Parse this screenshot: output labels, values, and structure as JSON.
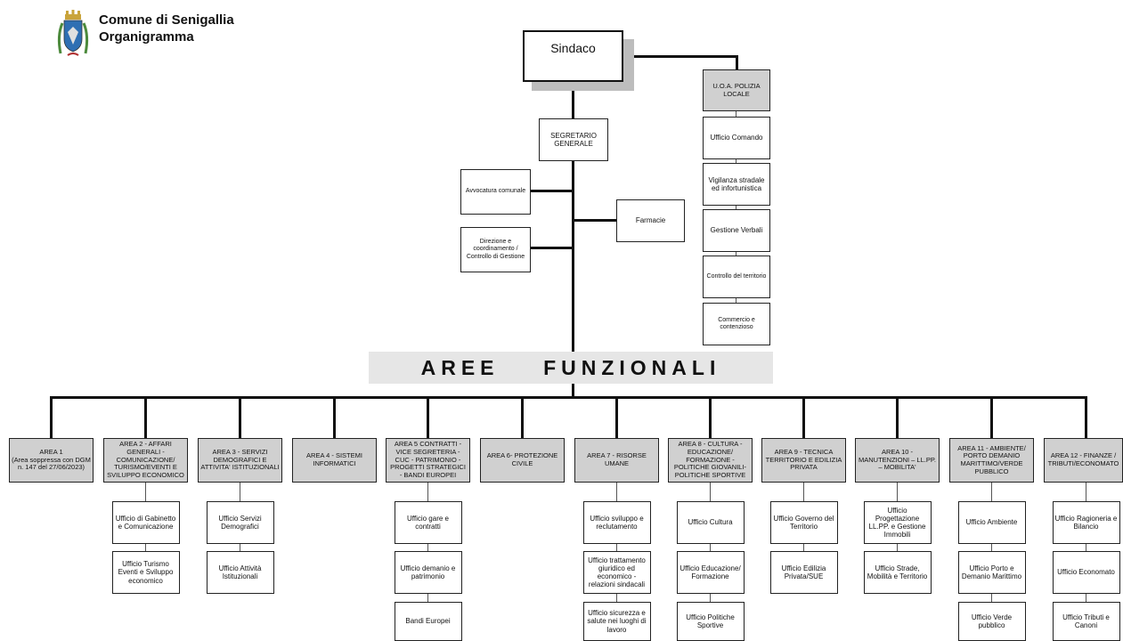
{
  "header": {
    "org": "Comune di Senigallia",
    "title": "Organigramma"
  },
  "sindaco": "Sindaco",
  "polizia": {
    "head": "U.O.A. POLIZIA LOCALE",
    "offices": [
      "Ufficio Comando",
      "Vigilanza stradale ed infortunistica",
      "Gestione Verbali",
      "Controllo del territorio",
      "Commercio e contenzioso"
    ]
  },
  "segretario": "SEGRETARIO GENERALE",
  "staff": {
    "avvocatura": "Avvocatura comunale",
    "direzione": "Direzione e coordinamento / Controllo di Gestione",
    "farmacie": "Farmacie"
  },
  "band_title": "AREE    FUNZIONALI",
  "areas": [
    {
      "name": "AREA 1\n(Area soppressa con DGM n. 147 del 27/06/2023)",
      "offices": []
    },
    {
      "name": "AREA 2 - AFFARI GENERALI - COMUNICAZIONE/ TURISMO/EVENTI E SVILUPPO ECONOMICO",
      "offices": [
        "Ufficio di Gabinetto e Comunicazione",
        "Ufficio Turismo Eventi e Sviluppo economico"
      ]
    },
    {
      "name": "AREA 3 - SERVIZI DEMOGRAFICI E ATTIVITA' ISTITUZIONALI",
      "offices": [
        "Ufficio Servizi Demografici",
        "Ufficio Attività Istituzionali"
      ]
    },
    {
      "name": "AREA 4 - SISTEMI INFORMATICI",
      "offices": []
    },
    {
      "name": "AREA 5 CONTRATTI - VICE SEGRETERIA - CUC - PATRIMONIO - PROGETTI STRATEGICI - BANDI EUROPEI",
      "offices": [
        "Ufficio gare e contratti",
        "Ufficio demanio e patrimonio",
        "Bandi Europei"
      ]
    },
    {
      "name": "AREA 6- PROTEZIONE CIVILE",
      "offices": []
    },
    {
      "name": "AREA 7 - RISORSE UMANE",
      "offices": [
        "Ufficio sviluppo e reclutamento",
        "Ufficio trattamento giuridico ed economico - relazioni sindacali",
        "Ufficio sicurezza e salute nei luoghi di lavoro"
      ]
    },
    {
      "name": "AREA 8 - CULTURA - EDUCAZIONE/ FORMAZIONE - POLITICHE GIOVANILI- POLITICHE SPORTIVE",
      "offices": [
        "Ufficio Cultura",
        "Ufficio Educazione/ Formazione",
        "Ufficio Politiche Sportive"
      ]
    },
    {
      "name": "AREA 9 - TECNICA TERRITORIO E EDILIZIA PRIVATA",
      "offices": [
        "Ufficio Governo del Territorio",
        "Ufficio Edilizia Privata/SUE"
      ]
    },
    {
      "name": "AREA 10 - MANUTENZIONI – LL.PP. – MOBILITA'",
      "offices": [
        "Ufficio Progettazione LL.PP. e Gestione Immobili",
        "Ufficio Strade, Mobilità e Territorio"
      ]
    },
    {
      "name": "AREA 11 - AMBIENTE/ PORTO DEMANIO MARITTIMO/VERDE PUBBLICO",
      "offices": [
        "Ufficio Ambiente",
        "Ufficio Porto e Demanio Marittimo",
        "Ufficio Verde pubblico"
      ]
    },
    {
      "name": "AREA 12 - FINANZE / TRIBUTI/ECONOMATO",
      "offices": [
        "Ufficio Ragioneria e Bilancio",
        "Ufficio Economato",
        "Ufficio Tributi e Canoni"
      ]
    }
  ],
  "colors": {
    "area_fill": "#d0d0d0",
    "band_fill": "#e6e6e6",
    "line": "#111111"
  }
}
